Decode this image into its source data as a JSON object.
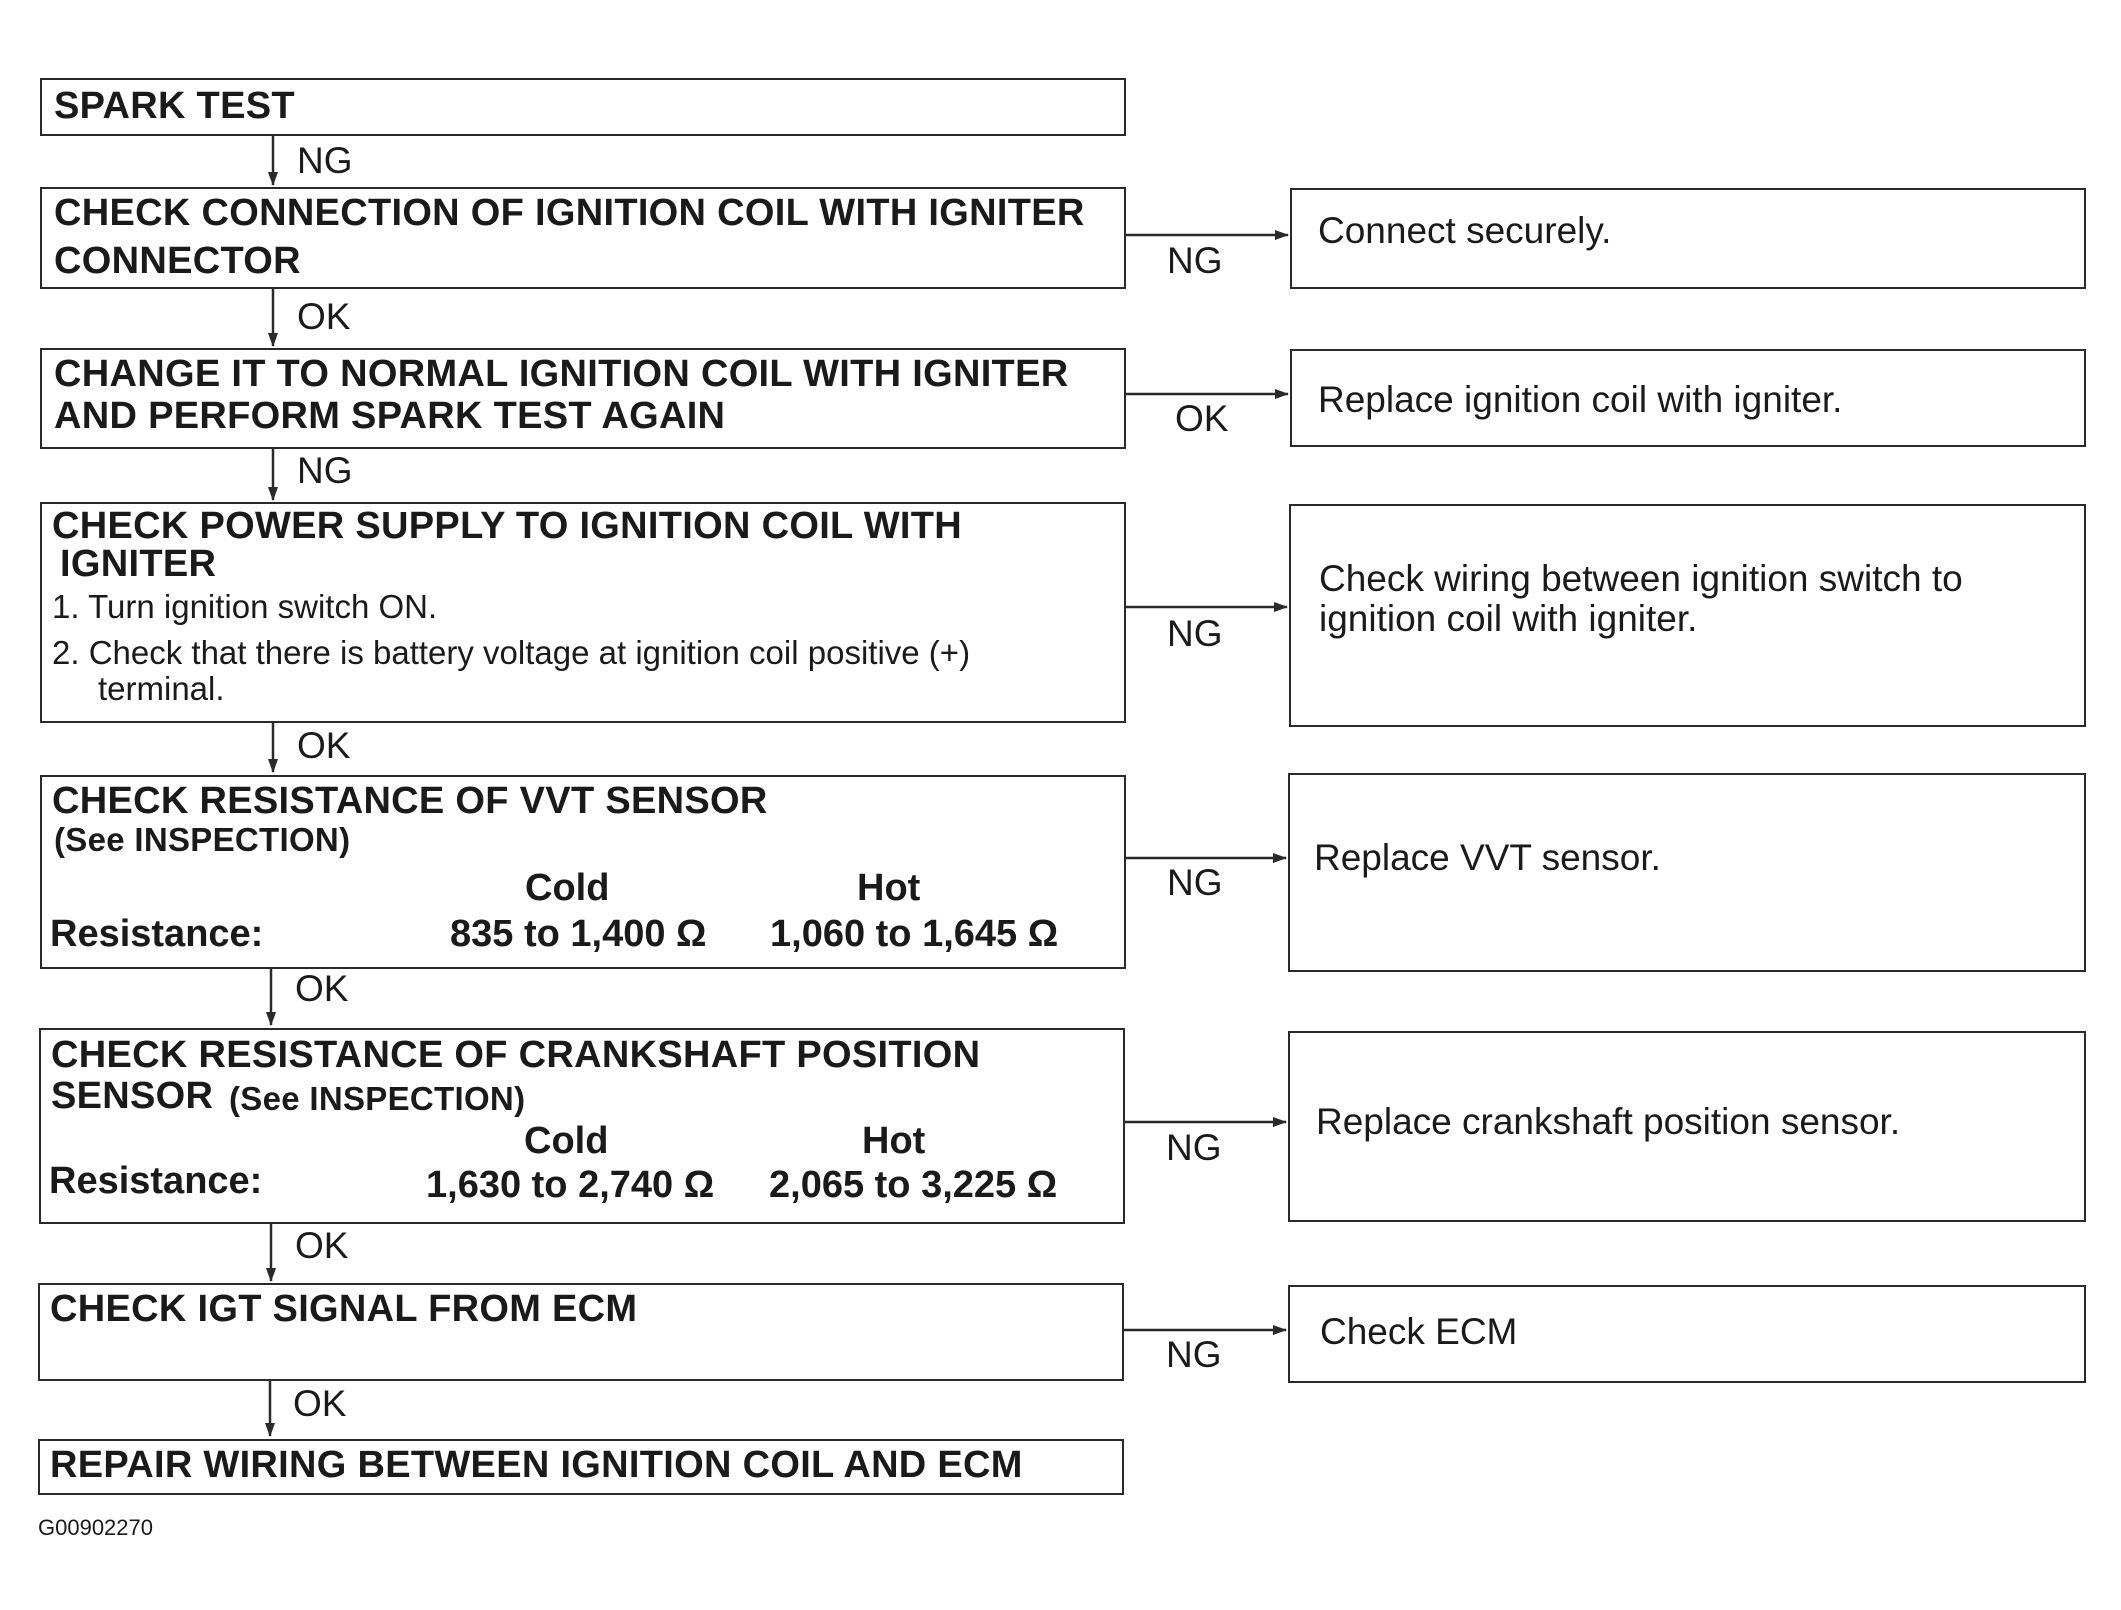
{
  "steps": [
    {
      "title": "SPARK TEST"
    },
    {
      "title_line1": "CHECK CONNECTION OF IGNITION COIL WITH IGNITER",
      "title_line2": "CONNECTOR"
    },
    {
      "title_line1": "CHANGE IT TO NORMAL IGNITION COIL WITH IGNITER",
      "title_line2": "AND PERFORM SPARK TEST AGAIN"
    },
    {
      "title_line1": "CHECK POWER SUPPLY TO IGNITION COIL WITH",
      "title_line2": "IGNITER",
      "detail1": "1. Turn ignition switch ON.",
      "detail2": "2. Check that there is battery voltage at ignition coil positive (+)",
      "detail3": "terminal."
    },
    {
      "title": "CHECK RESISTANCE OF VVT SENSOR",
      "subtitle": "(See INSPECTION)",
      "col_cold": "Cold",
      "col_hot": "Hot",
      "row_label": "Resistance:",
      "cold_value": "835 to 1,400 Ω",
      "hot_value": "1,060 to 1,645 Ω"
    },
    {
      "title_line1": "CHECK RESISTANCE OF CRANKSHAFT POSITION",
      "title_line2": "SENSOR",
      "subtitle": "(See INSPECTION)",
      "col_cold": "Cold",
      "col_hot": "Hot",
      "row_label": "Resistance:",
      "cold_value": "1,630 to 2,740 Ω",
      "hot_value": "2,065 to 3,225 Ω"
    },
    {
      "title": "CHECK IGT SIGNAL FROM ECM"
    },
    {
      "title": "REPAIR WIRING BETWEEN IGNITION COIL AND ECM"
    }
  ],
  "down_labels": [
    "NG",
    "OK",
    "NG",
    "OK",
    "OK",
    "OK",
    "OK"
  ],
  "side_labels": [
    "NG",
    "OK",
    "NG",
    "NG",
    "NG",
    "NG"
  ],
  "results": [
    {
      "line1": "Connect securely."
    },
    {
      "line1": "Replace ignition coil with igniter."
    },
    {
      "line1": "Check wiring between ignition switch to",
      "line2": "ignition coil with igniter."
    },
    {
      "line1": "Replace VVT sensor."
    },
    {
      "line1": "Replace crankshaft position sensor."
    },
    {
      "line1": "Check ECM"
    }
  ],
  "figure_code": "G00902270"
}
